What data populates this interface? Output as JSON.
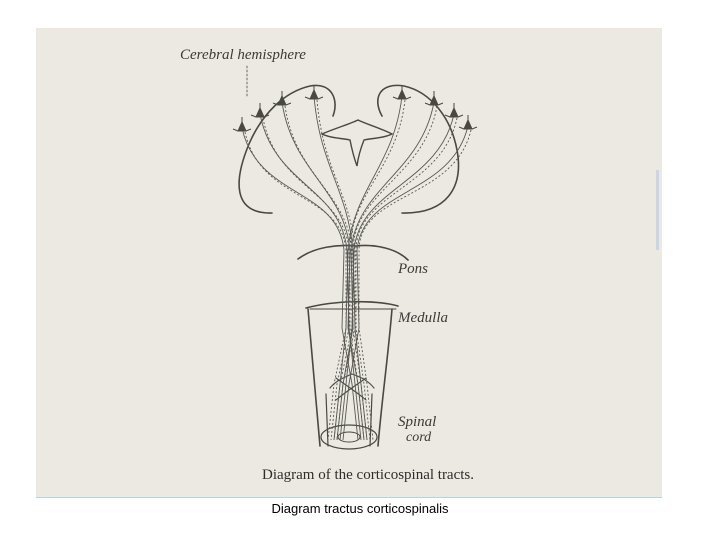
{
  "figure": {
    "labels": {
      "cerebral_hemisphere": "Cerebral hemisphere",
      "pons": "Pons",
      "medulla": "Medulla",
      "spinal_line1": "Spinal",
      "spinal_line2": "cord"
    },
    "caption": "Diagram of the corticospinal tracts."
  },
  "slide_caption": "Diagram tractus corticospinalis",
  "colors": {
    "paper": "#ebe9e2",
    "ink": "#4a4843",
    "divider": "#b9d3e3"
  }
}
